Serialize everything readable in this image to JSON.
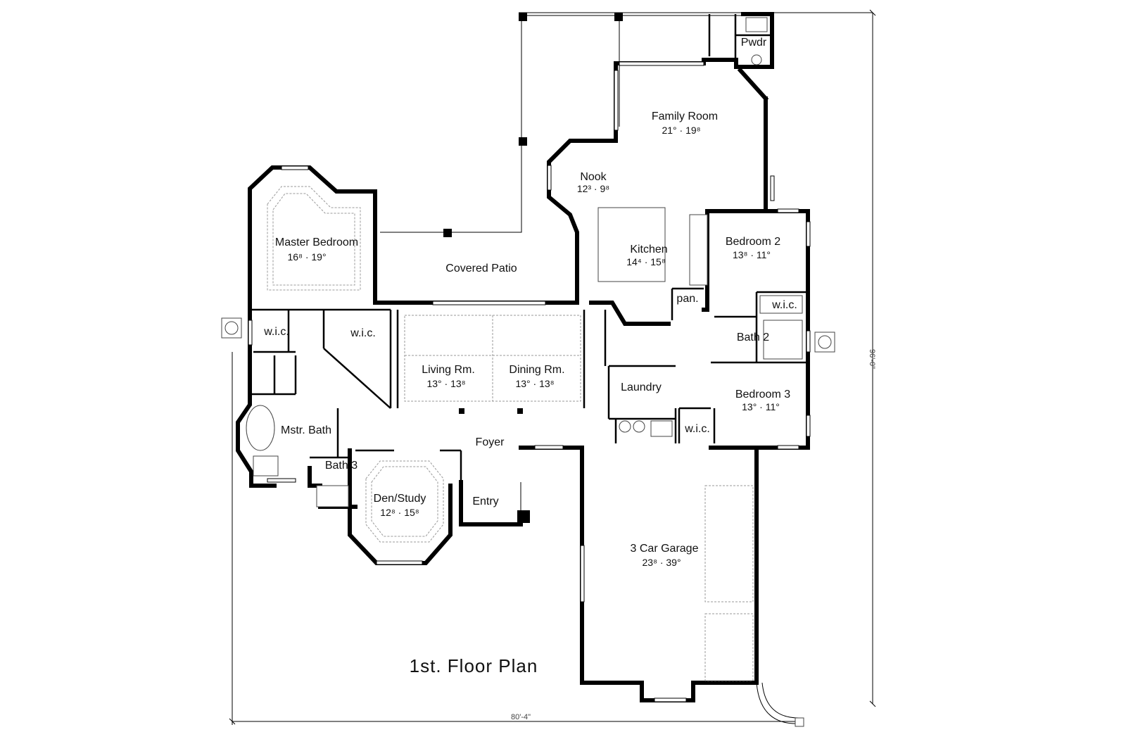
{
  "title": "1st. Floor Plan",
  "overall_width": "80'-4\"",
  "overall_depth": "96'-0\"",
  "rooms": [
    {
      "id": "family-room",
      "label": "Family Room",
      "dims": "21° · 19⁸"
    },
    {
      "id": "nook",
      "label": "Nook",
      "dims": "12³ · 9⁸"
    },
    {
      "id": "master-bedroom",
      "label": "Master Bedroom",
      "dims": "16⁸ · 19°"
    },
    {
      "id": "covered-patio",
      "label": "Covered Patio",
      "dims": ""
    },
    {
      "id": "kitchen",
      "label": "Kitchen",
      "dims": "14⁴ · 15⁸"
    },
    {
      "id": "bedroom-2",
      "label": "Bedroom 2",
      "dims": "13⁸ · 11°"
    },
    {
      "id": "pwdr",
      "label": "Pwdr",
      "dims": ""
    },
    {
      "id": "pantry",
      "label": "pan.",
      "dims": ""
    },
    {
      "id": "wic-master-1",
      "label": "w.i.c.",
      "dims": ""
    },
    {
      "id": "wic-master-2",
      "label": "w.i.c.",
      "dims": ""
    },
    {
      "id": "wic-bed2",
      "label": "w.i.c.",
      "dims": ""
    },
    {
      "id": "living-room",
      "label": "Living Rm.",
      "dims": "13° · 13⁸"
    },
    {
      "id": "dining-room",
      "label": "Dining Rm.",
      "dims": "13° · 13⁸"
    },
    {
      "id": "bath-2",
      "label": "Bath 2",
      "dims": ""
    },
    {
      "id": "laundry",
      "label": "Laundry",
      "dims": ""
    },
    {
      "id": "bedroom-3",
      "label": "Bedroom 3",
      "dims": "13° · 11°"
    },
    {
      "id": "mstr-bath",
      "label": "Mstr. Bath",
      "dims": ""
    },
    {
      "id": "wic-bed3",
      "label": "w.i.c.",
      "dims": ""
    },
    {
      "id": "foyer",
      "label": "Foyer",
      "dims": ""
    },
    {
      "id": "bath-3",
      "label": "Bath 3",
      "dims": ""
    },
    {
      "id": "den-study",
      "label": "Den/Study",
      "dims": "12⁸ · 15⁸"
    },
    {
      "id": "entry",
      "label": "Entry",
      "dims": ""
    },
    {
      "id": "garage",
      "label": "3 Car Garage",
      "dims": "23⁸ · 39°"
    }
  ]
}
